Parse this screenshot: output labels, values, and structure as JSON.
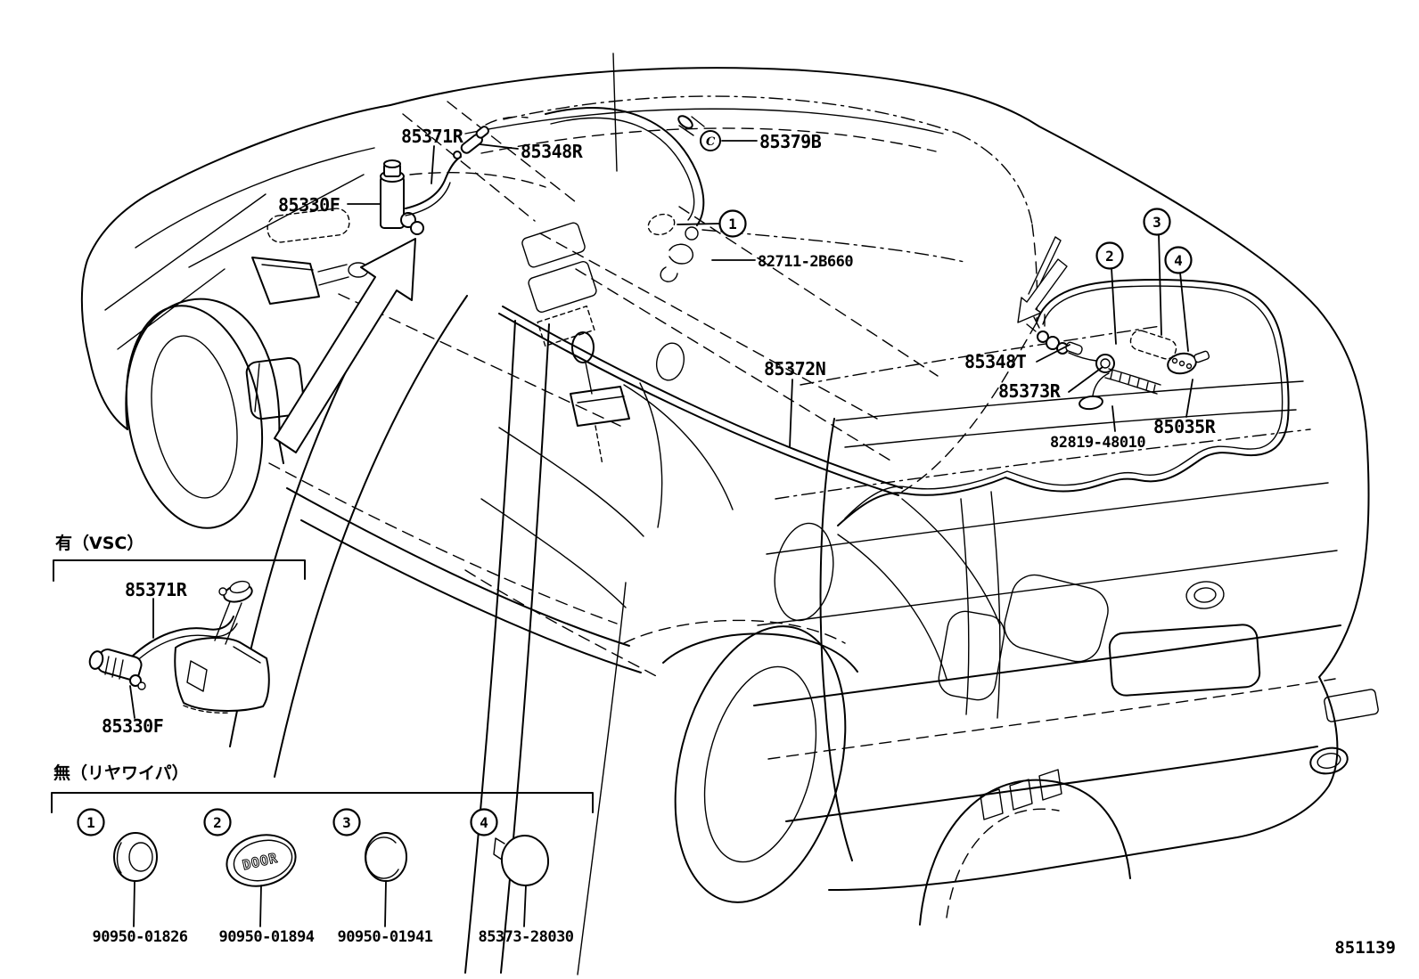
{
  "doc_number": "851139",
  "labels": {
    "washer_hose_front": "85371R",
    "hose_joint_front": "85348R",
    "grommet_c": "85379B",
    "washer_pump": "85330F",
    "clamp": "82711-2B660",
    "washer_hose_mid": "85372N",
    "hose_joint_rear": "85348T",
    "grommet_rear": "85373R",
    "nozzle_rear": "85035R",
    "hose_rear": "82819-48010"
  },
  "part_markings": {
    "c_mark": "C"
  },
  "markers": {
    "m1": "1",
    "m2": "2",
    "m3": "3",
    "m4": "4"
  },
  "vsc_section": {
    "title": "有（VSC）",
    "hose_label": "85371R",
    "pump_label": "85330F"
  },
  "no_rear_wiper_section": {
    "title": "無（リヤワイパ）",
    "items": [
      {
        "num": "1",
        "part_no": "90950-01826"
      },
      {
        "num": "2",
        "part_no": "90950-01894",
        "embossed": "DOOR"
      },
      {
        "num": "3",
        "part_no": "90950-01941"
      },
      {
        "num": "4",
        "part_no": "85373-28030"
      }
    ]
  }
}
